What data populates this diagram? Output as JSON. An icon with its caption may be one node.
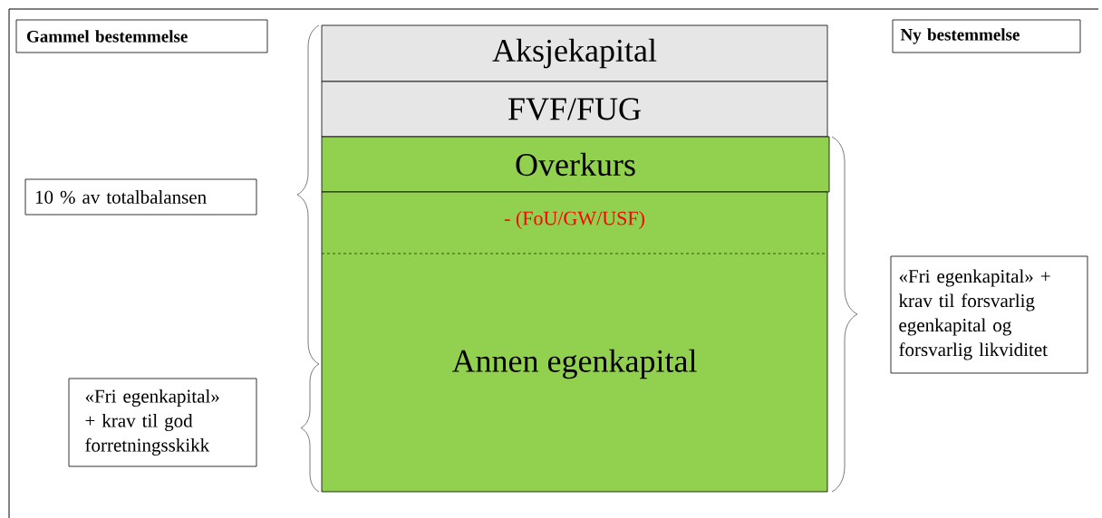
{
  "diagram": {
    "nodes": [
      {
        "text": [
          "Gammel bestemmelse"
        ]
      },
      {
        "text": [
          "Ny bestemmelse"
        ]
      },
      {
        "text": [
          "Aksjekapital"
        ]
      },
      {
        "text": [
          "FVF/FUG"
        ]
      },
      {
        "text": [
          "Overkurs"
        ]
      },
      {
        "text": [
          "- (FoU/GW/USF)",
          "Annen egenkapital"
        ]
      },
      {
        "text": [
          "10 % av totalbalansen"
        ]
      },
      {
        "text": [
          "«Fri egenkapital» + krav til god forretningsskikk"
        ]
      },
      {
        "text": [
          "«Fri egenkapital» + krav til forsvarlig egenkapital og forsvarlig likviditet"
        ]
      }
    ]
  }
}
